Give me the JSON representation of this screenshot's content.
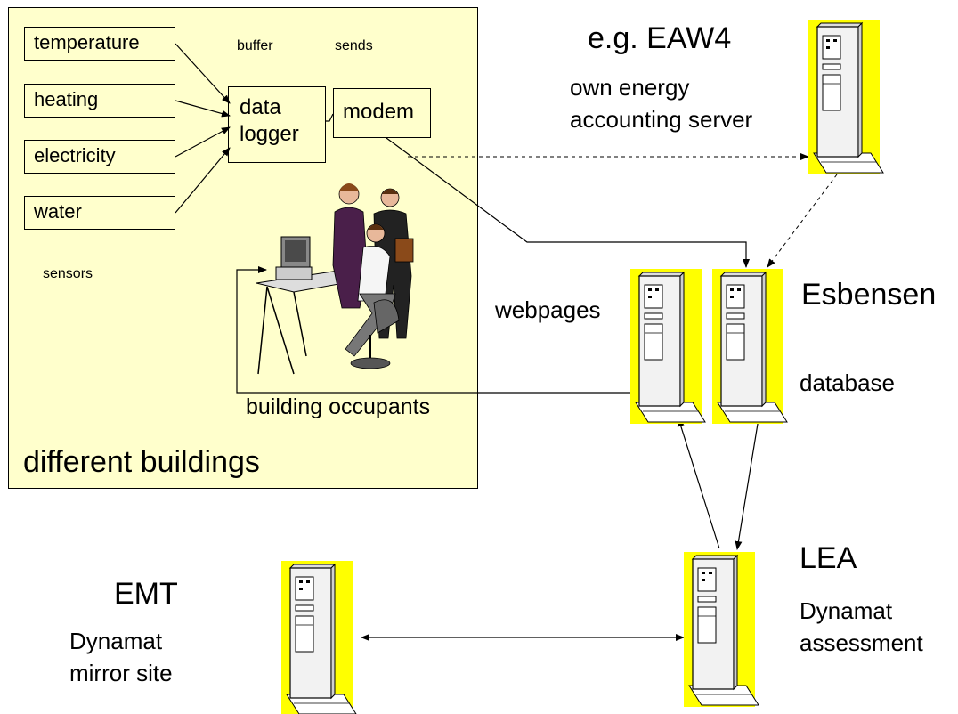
{
  "buildings": {
    "title": "different buildings",
    "sensors": [
      "temperature",
      "heating",
      "electricity",
      "water"
    ],
    "sensors_label": "sensors",
    "buffer_label": "buffer",
    "sends_label": "sends",
    "data_logger": [
      "data",
      "logger"
    ],
    "modem": "modem",
    "occupants_label": "building occupants"
  },
  "eaw4": {
    "title": "e.g. EAW4",
    "desc": [
      "own energy",
      "accounting server"
    ]
  },
  "esbensen": {
    "title": "Esbensen",
    "webpages": "webpages",
    "database": "database"
  },
  "lea": {
    "title": "LEA",
    "desc": [
      "Dynamat",
      "assessment"
    ]
  },
  "emt": {
    "title": "EMT",
    "desc": [
      "Dynamat",
      "mirror site"
    ]
  },
  "colors": {
    "panel": "#ffffcc",
    "server_highlight": "#ffff00",
    "server_body": "#f2f2f2"
  }
}
